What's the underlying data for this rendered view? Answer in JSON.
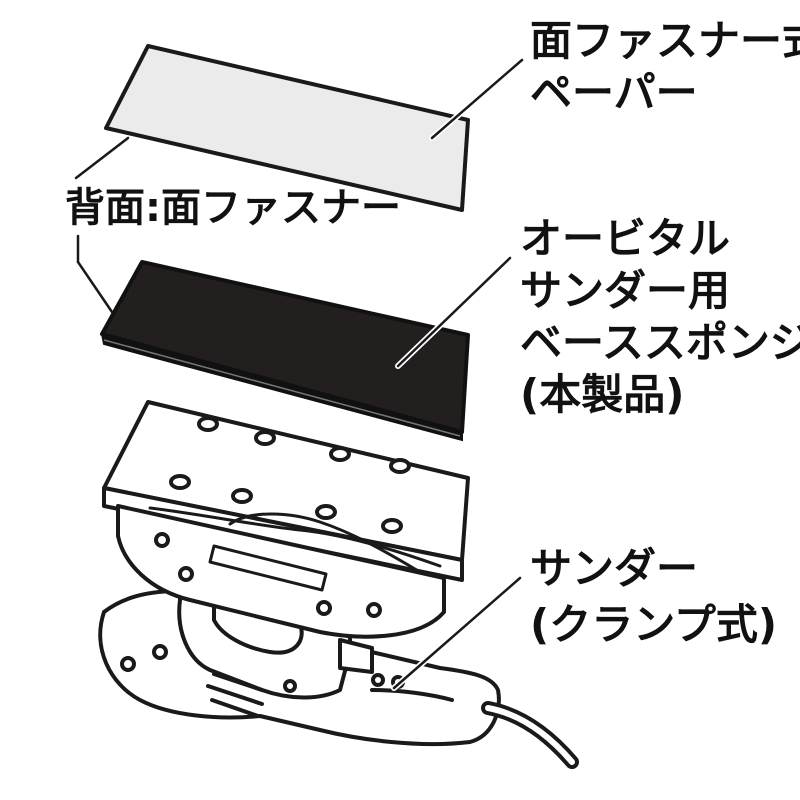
{
  "labels": {
    "paper": {
      "line1": "面ファスナー式",
      "line2": "ペーパー"
    },
    "backing": "背面:面ファスナー",
    "sponge": {
      "line1": "オービタル",
      "line2": "サンダー用",
      "line3": "ベーススポンジ",
      "line4": "(本製品)"
    },
    "sander": {
      "line1": "サンダー",
      "line2": "(クランプ式)"
    }
  },
  "colors": {
    "paper_fill": "#ebebeb",
    "sponge_fill": "#231f1f",
    "outline": "#1a1a1a",
    "background": "#ffffff"
  }
}
